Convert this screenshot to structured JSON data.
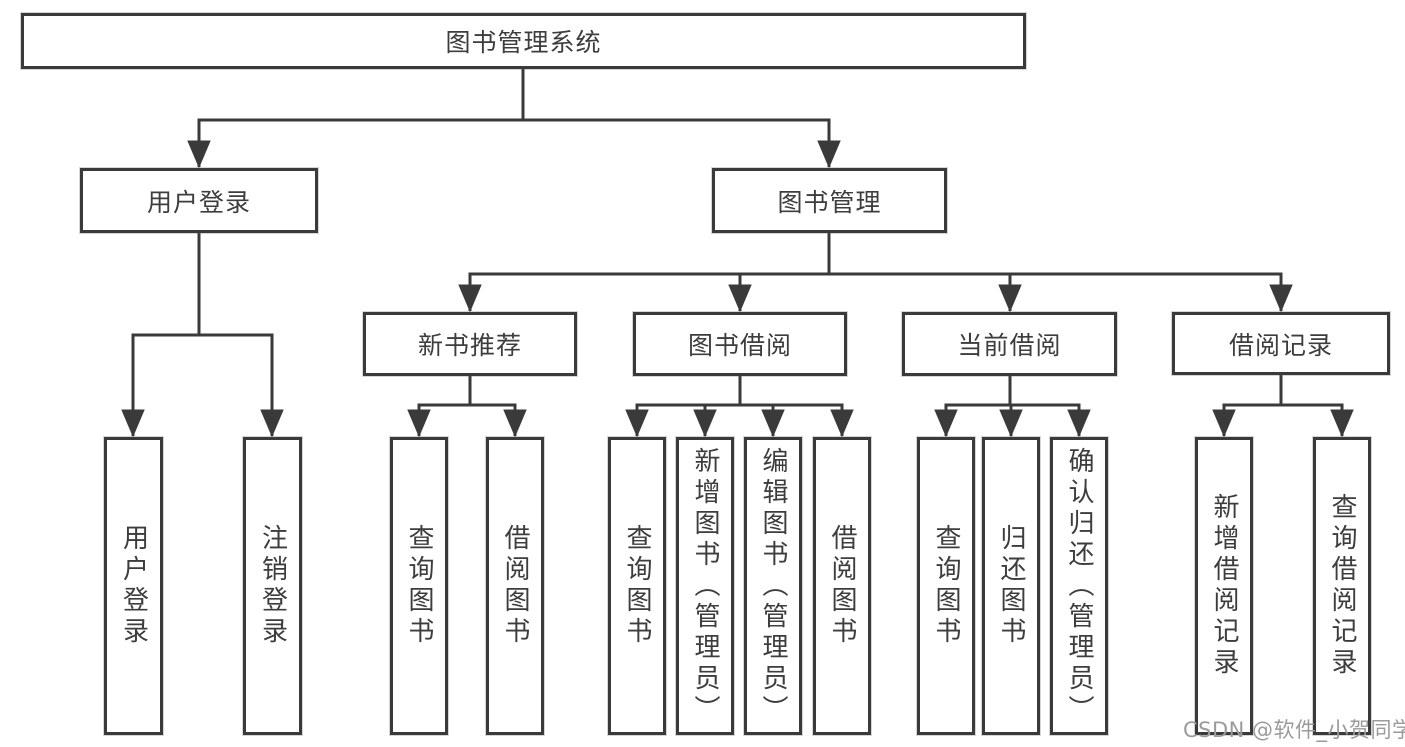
{
  "diagram": {
    "root": "图书管理系统",
    "level2": {
      "user_login": "用户登录",
      "book_mgmt": "图书管理"
    },
    "level3": {
      "new_books": "新书推荐",
      "borrow": "图书借阅",
      "current": "当前借阅",
      "records": "借阅记录"
    },
    "leaves": {
      "user_login": [
        "用户登录",
        "注销登录"
      ],
      "new_books": [
        "查询图书",
        "借阅图书"
      ],
      "borrow": [
        "查询图书",
        "新增图书（管理员）",
        "编辑图书（管理员）",
        "借阅图书"
      ],
      "current": [
        "查询图书",
        "归还图书",
        "确认归还（管理员）"
      ],
      "records": [
        "新增借阅记录",
        "查询借阅记录"
      ]
    }
  },
  "watermark": "CSDN @软件_小贺同学",
  "colors": {
    "line": "#3a3a3a",
    "text": "#3d3d3d",
    "background": "#ffffff",
    "watermark": "#9b9b9b"
  }
}
